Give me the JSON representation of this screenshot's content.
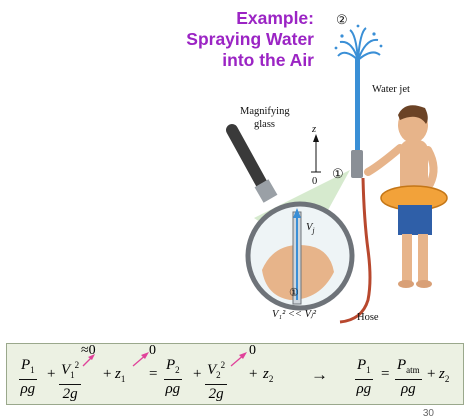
{
  "title": {
    "line1": "Example:",
    "line2": "Spraying Water",
    "line3": "into the Air"
  },
  "labels": {
    "point2": "②",
    "point1_main": "①",
    "point1_glass": "①",
    "water_jet": "Water jet",
    "magnifying_glass_1": "Magnifying",
    "magnifying_glass_2": "glass",
    "z_axis": "z",
    "z_zero": "0",
    "vj": "V",
    "vj_sub": "j",
    "velocity_relation": "V₁² << Vⱼ²",
    "hose": "Hose"
  },
  "equation": {
    "p1": "P",
    "p1_sub": "1",
    "rho_g_1": "ρg",
    "v1": "V",
    "v1_sub": "1",
    "v1_sup": "2",
    "two_g_1": "2g",
    "approx_zero": "≈0",
    "z1": "z",
    "z1_sub": "1",
    "zero_a": "0",
    "p2": "P",
    "p2_sub": "2",
    "rho_g_2": "ρg",
    "v2": "V",
    "v2_sub": "2",
    "v2_sup": "2",
    "two_g_2": "2g",
    "zero_b": "0",
    "z2": "z",
    "z2_sub": "2",
    "arrow": "→",
    "p1b": "P",
    "p1b_sub": "1",
    "rho_g_3": "ρg",
    "patm": "P",
    "patm_sub": "atm",
    "rho_g_4": "ρg",
    "z2b": "z",
    "z2b_sub": "2"
  },
  "page_number": "30",
  "colors": {
    "title": "#9b24c4",
    "water": "#3a8fd6",
    "hose": "#b8482e",
    "skin": "#e7b48a",
    "shorts": "#2f5fa8",
    "float_ring": "#f2a23a",
    "equation_bg": "#ecf1e3",
    "arrow_pink": "#e0429a"
  }
}
